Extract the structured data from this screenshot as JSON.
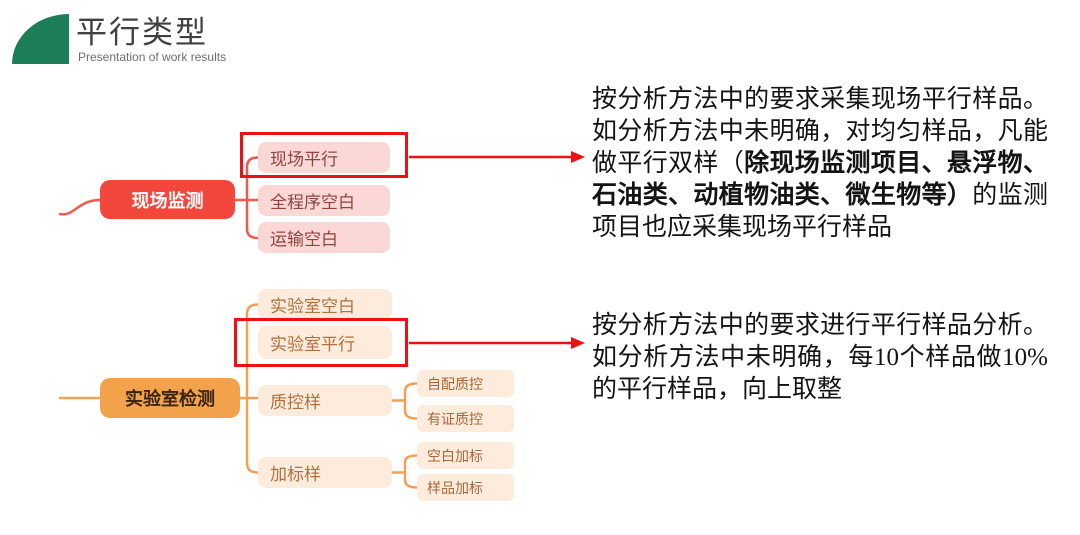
{
  "logo": {
    "title": "平行类型",
    "subtitle": "Presentation of work results"
  },
  "colors": {
    "logo_green": "#1E7E58",
    "red_node_bg": "#F3473E",
    "pink_child_bg": "#FBD8D5",
    "pink_child_text": "#8F4440",
    "highlight_red": "#EE1111",
    "red_branch_line": "#EE5A50",
    "orange_node_bg": "#F2A24B",
    "orange_node_text": "#3A2410",
    "cream_child_bg": "#FDECDB",
    "cream_child_text": "#B07040",
    "orange_branch_line": "#F0A158",
    "note_text": "#141414"
  },
  "map1": {
    "root": "现场监测",
    "children": [
      {
        "label": "现场平行",
        "highlighted": true
      },
      {
        "label": "全程序空白",
        "highlighted": false
      },
      {
        "label": "运输空白",
        "highlighted": false
      }
    ]
  },
  "note1": {
    "pre": "按分析方法中的要求采集现场平行样品。如分析方法中未明确，对均匀样品，凡能做平行双样（",
    "bold": "除现场监测项目、悬浮物、石油类、动植物油类、微生物等）",
    "post": "的监测项目也应采集现场平行样品"
  },
  "map2": {
    "root": "实验室检测",
    "children": [
      {
        "label": "实验室空白",
        "highlighted": false
      },
      {
        "label": "实验室平行",
        "highlighted": true
      },
      {
        "label": "质控样",
        "highlighted": false
      },
      {
        "label": "加标样",
        "highlighted": false
      }
    ],
    "qc_children": [
      {
        "label": "自配质控"
      },
      {
        "label": "有证质控"
      }
    ],
    "spike_children": [
      {
        "label": "空白加标"
      },
      {
        "label": "样品加标"
      }
    ]
  },
  "note2": {
    "text": "按分析方法中的要求进行平行样品分析。如分析方法中未明确，每10个样品做10%的平行样品，向上取整"
  }
}
